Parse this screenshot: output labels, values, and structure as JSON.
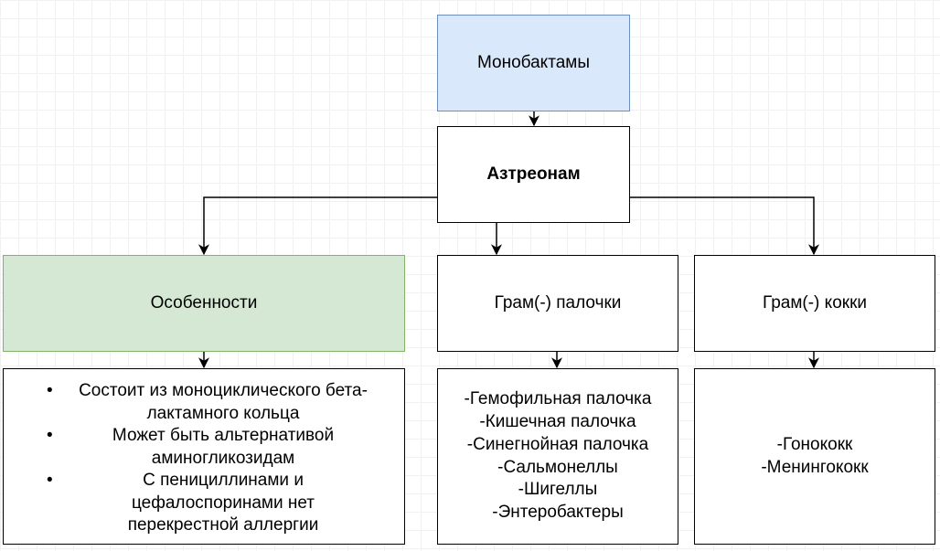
{
  "diagram": {
    "root": "Монобактамы",
    "drug": "Азтреонам",
    "features": {
      "title": "Особенности",
      "items": [
        "Состоит из моноциклического бета-лактамного кольца",
        "Может быть альтернативой аминогликозидам",
        "С пенициллинами и цефалоспоринами нет перекрестной аллергии"
      ]
    },
    "gram_rods": {
      "title": "Грам(-) палочки",
      "items": [
        "-Гемофильная палочка",
        "-Кишечная палочка",
        "-Синегнойная палочка",
        "-Сальмонеллы",
        "-Шигеллы",
        "-Энтеробактеры"
      ]
    },
    "gram_cocci": {
      "title": "Грам(-) кокки",
      "items": [
        "-Гонококк",
        "-Менингококк"
      ]
    }
  },
  "colors": {
    "root_fill": "#dae8fc",
    "root_stroke": "#6c8ebf",
    "features_fill": "#d5e8d4",
    "features_stroke": "#82b366",
    "line": "#000000"
  }
}
